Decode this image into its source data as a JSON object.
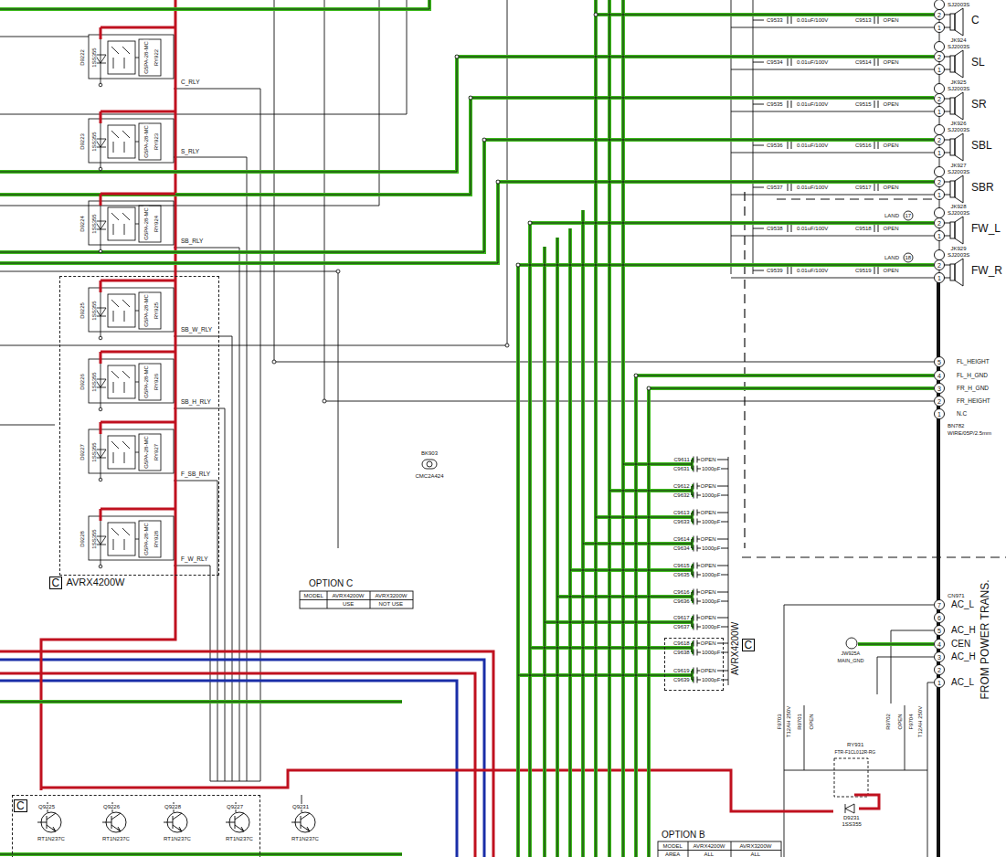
{
  "diagram": {
    "nodes": [
      {
        "text": [
          "AVRX4200W"
        ]
      },
      {
        "text": [
          "AVRX4200W"
        ]
      },
      {
        "text": [
          "C"
        ]
      }
    ],
    "labels": [
      "SJ2003S",
      "C9533",
      "0.01uF/100V",
      "C9513",
      "OPEN",
      "2",
      "1",
      "C",
      "JK924",
      "SJ2003S",
      "C9534",
      "0.01uF/100V",
      "C9514",
      "OPEN",
      "2",
      "1",
      "SL",
      "JK925",
      "SJ2003S",
      "C9535",
      "0.01uF/100V",
      "C9515",
      "OPEN",
      "2",
      "1",
      "SR",
      "JK926",
      "SJ2003S",
      "C9536",
      "0.01uF/100V",
      "C9516",
      "OPEN",
      "2",
      "1",
      "SBL",
      "JK927",
      "SJ2003S",
      "C9537",
      "0.01uF/100V",
      "C9517",
      "OPEN",
      "2",
      "1",
      "SBR",
      "JK928",
      "SJ2003S",
      "LAND",
      "17",
      "C9538",
      "0.01uF/100V",
      "C9518",
      "OPEN",
      "2",
      "1",
      "FW_L",
      "JK929",
      "SJ2003S",
      "LAND",
      "18",
      "C9539",
      "0.01uF/100V",
      "C9519",
      "OPEN",
      "2",
      "1",
      "FW_R",
      "FL_HEIGHT",
      "5",
      "FL_H_GND",
      "4",
      "FR_H_GND",
      "3",
      "FR_HEIGHT",
      "2",
      "N.C",
      "1",
      "BN782",
      "WIRE/05P/2.5mm",
      "CN971",
      "7",
      "6",
      "5",
      "4",
      "3",
      "2",
      "1",
      "AC_L",
      "AC_H",
      "CEN",
      "AC_H",
      "AC_L",
      "FROM POWER TRANS.",
      "JW925A",
      "MAIN_GND",
      "F9703",
      "T12AH 250V",
      "R9701",
      "OPEN",
      "R9702",
      "OPEN",
      "F9704",
      "T12AH 250V",
      "RY931",
      "FTR-F1CL012R-RG",
      "D9231",
      "1SS355",
      "BK903",
      "CMC2A424",
      "C9611",
      "OPEN",
      "C9631",
      "1000pF",
      "C9612",
      "OPEN",
      "C9632",
      "1000pF",
      "C9613",
      "OPEN",
      "C9633",
      "1000pF",
      "C9614",
      "OPEN",
      "C9634",
      "1000pF",
      "C9615",
      "OPEN",
      "C9635",
      "1000pF",
      "C9616",
      "OPEN",
      "C9636",
      "1000pF",
      "C9617",
      "OPEN",
      "C9637",
      "1000pF",
      "C9618",
      "OPEN",
      "C9638",
      "1000pF",
      "C9619",
      "OPEN",
      "C9639",
      "1000pF",
      "C",
      "D9222",
      "1SS355",
      "G5PA-28-MC",
      "RY922",
      "D9223",
      "1SS355",
      "G5PA-28-MC",
      "RY923",
      "D9224",
      "1SS355",
      "G5PA-28-MC",
      "RY924",
      "D9225",
      "1SS355",
      "G5PA-28-MC",
      "RY925",
      "D9226",
      "1SS355",
      "G5PA-28-MC",
      "RY926",
      "D9227",
      "1SS355",
      "G5PA-28-MC",
      "RY927",
      "D9228",
      "1SS355",
      "G5PA-28-MC",
      "RY928",
      "C_RLY",
      "S_RLY",
      "SB_RLY",
      "SB_W_RLY",
      "SB_H_RLY",
      "F_SB_RLY",
      "F_W_RLY",
      "C",
      "OPTION C",
      "MODEL",
      "AVRX4200W",
      "AVRX3200W",
      "USE",
      "NOT USE",
      "Q9225",
      "RT1N237C",
      "Q9226",
      "RT1N237C",
      "Q9228",
      "RT1N237C",
      "Q9227",
      "RT1N237C",
      "Q9231",
      "RT1N237C",
      "OPTION B",
      "MODEL",
      "AVRX4200W",
      "AVRX3200W",
      "AREA",
      "ALL",
      "ALL"
    ]
  }
}
